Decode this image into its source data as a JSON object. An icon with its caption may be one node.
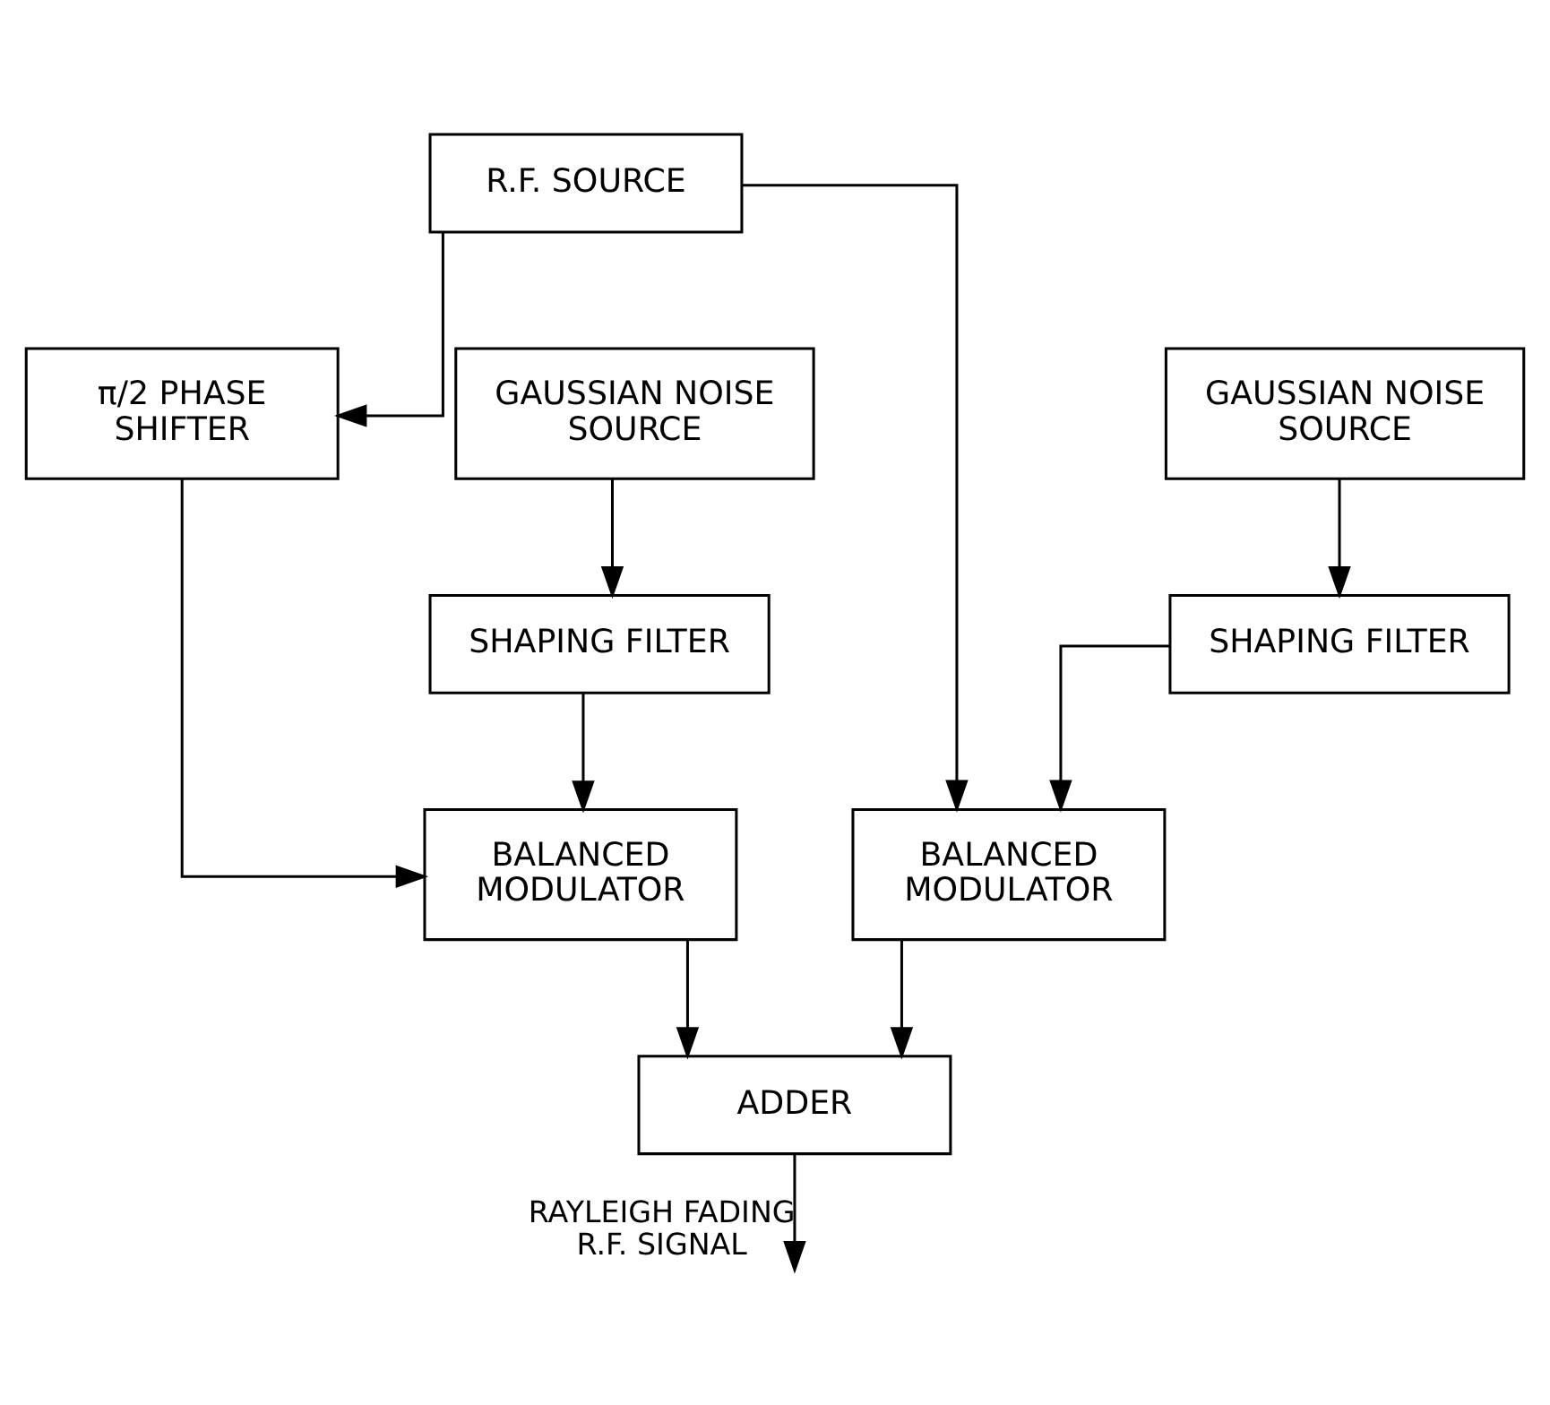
{
  "diagram": {
    "nodes": [
      {
        "text": [
          "R.F. SOURCE"
        ]
      },
      {
        "text": [
          "π/2 PHASE SHIFTER"
        ]
      },
      {
        "text": [
          "GAUSSIAN NOISE SOURCE"
        ]
      },
      {
        "text": [
          "GAUSSIAN NOISE SOURCE"
        ]
      },
      {
        "text": [
          "SHAPING FILTER"
        ]
      },
      {
        "text": [
          "SHAPING FILTER"
        ]
      },
      {
        "text": [
          "BALANCED MODULATOR"
        ]
      },
      {
        "text": [
          "BALANCED MODULATOR"
        ]
      },
      {
        "text": [
          "ADDER"
        ]
      }
    ],
    "edges": [
      {
        "from": 0,
        "to": 1,
        "arrow": "to"
      },
      {
        "from": 0,
        "to": 7,
        "arrow": "to"
      },
      {
        "from": 2,
        "to": 4,
        "arrow": "to"
      },
      {
        "from": 3,
        "to": 5,
        "arrow": "to"
      },
      {
        "from": 1,
        "to": 6,
        "arrow": "to"
      },
      {
        "from": 4,
        "to": 6,
        "arrow": "to"
      },
      {
        "from": 5,
        "to": 7,
        "arrow": "to"
      },
      {
        "from": 6,
        "to": 8,
        "arrow": "to"
      },
      {
        "from": 7,
        "to": 8,
        "arrow": "to"
      },
      {
        "from": 8,
        "to": null,
        "arrow": "to",
        "label": "RAYLEIGH FADING R.F. SIGNAL"
      }
    ]
  }
}
